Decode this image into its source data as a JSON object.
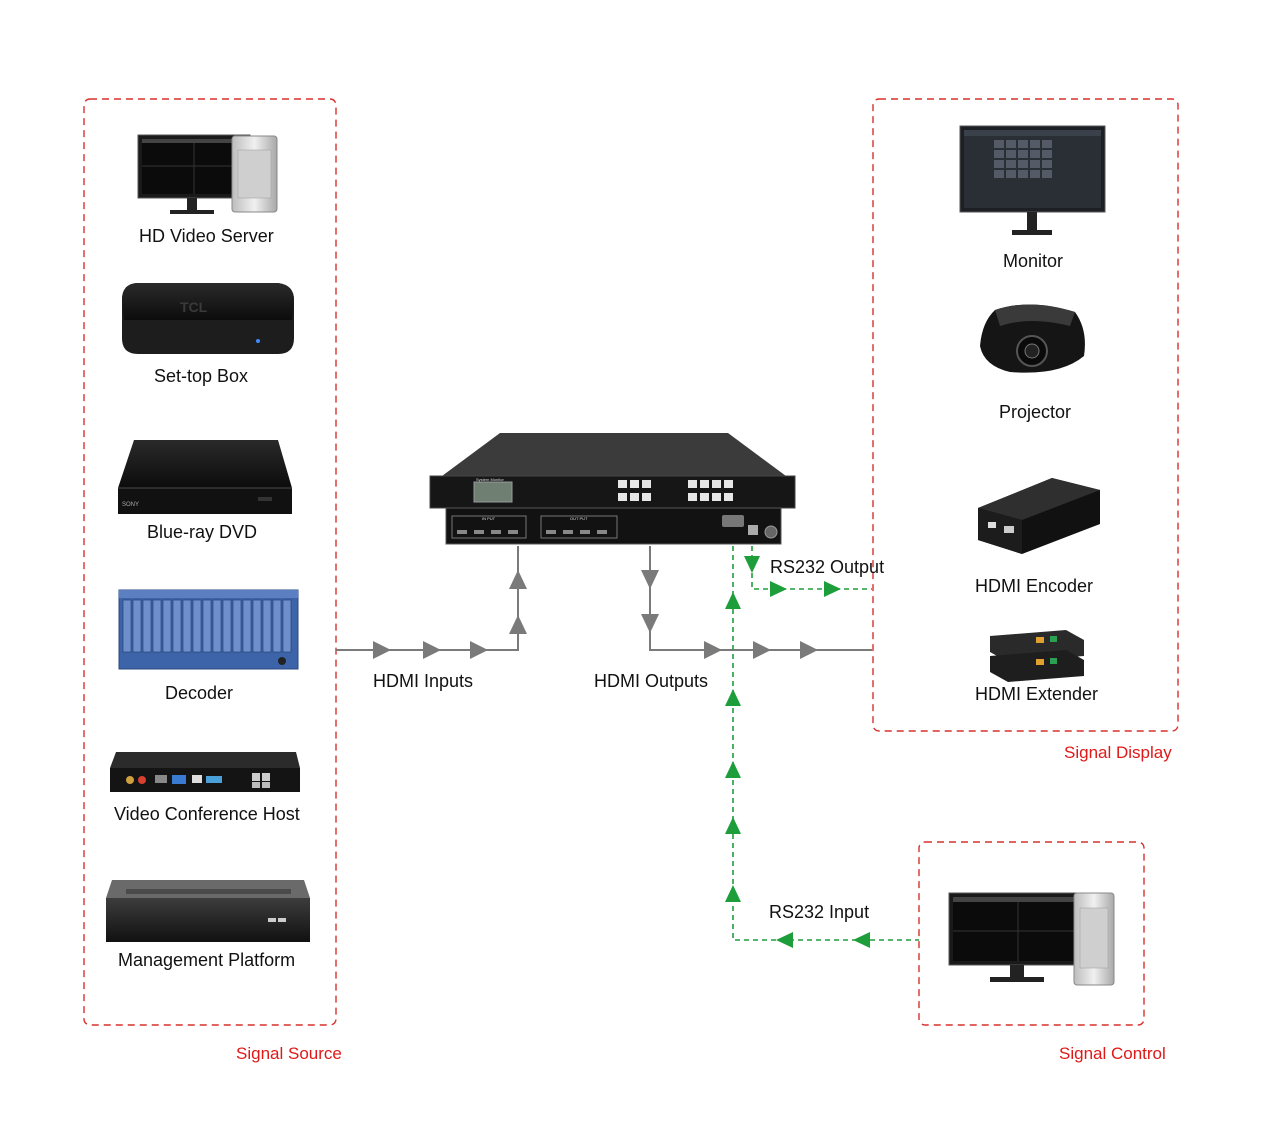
{
  "groups": {
    "source": "Signal Source",
    "display": "Signal Display",
    "control": "Signal Control"
  },
  "sources": {
    "hd_video_server": "HD Video Server",
    "set_top_box": "Set-top Box",
    "set_top_box_brand": "TCL",
    "bluray": "Blue-ray DVD",
    "bluray_brand": "SONY",
    "decoder": "Decoder",
    "video_conference": "Video Conference Host",
    "management": "Management Platform"
  },
  "displays": {
    "monitor": "Monitor",
    "projector": "Projector",
    "encoder": "HDMI Encoder",
    "extender": "HDMI Extender"
  },
  "flows": {
    "hdmi_inputs": "HDMI Inputs",
    "hdmi_outputs": "HDMI Outputs",
    "rs232_output": "RS232 Output",
    "rs232_input": "RS232 Input"
  },
  "matrix": {
    "screen_text": "System Monitor",
    "inputs_panel": "IN PUT",
    "outputs_panel": "OUT PUT"
  },
  "colors": {
    "group_border": "#d9302c",
    "group_label": "#e01818",
    "hdmi_line": "#7a7a7a",
    "rs232_line": "#1e9e3a"
  },
  "icons": {
    "hd_video_server": "desktop-computer-icon",
    "set_top_box": "set-top-box-icon",
    "bluray": "bluray-player-icon",
    "decoder": "decoder-rack-icon",
    "video_conference": "conference-host-icon",
    "management": "server-chassis-icon",
    "monitor": "monitor-icon",
    "projector": "projector-icon",
    "encoder": "encoder-box-icon",
    "extender": "extender-icon",
    "control_pc": "desktop-computer-icon",
    "matrix": "matrix-switcher-icon"
  }
}
